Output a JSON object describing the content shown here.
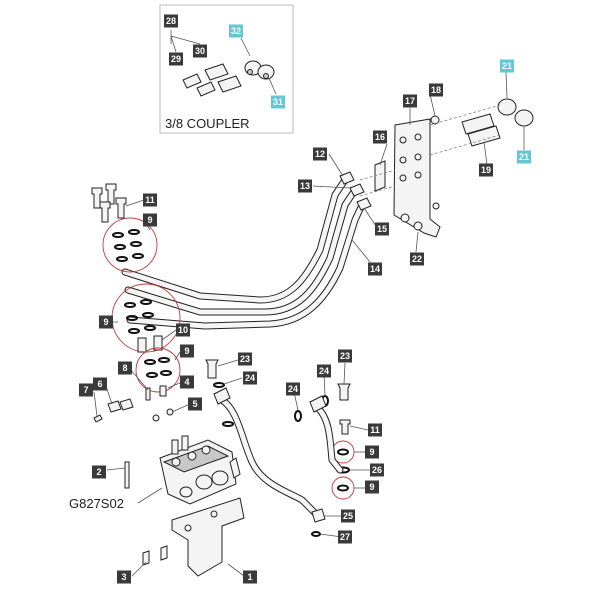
{
  "diagram": {
    "inset_caption": "3/8 COUPLER",
    "part_code": "G827S02",
    "colors": {
      "callout": "#3a3a3a",
      "callout_highlight": "#63c7d6",
      "group_circle": "#c43c3c"
    },
    "callouts": [
      {
        "id": "c28",
        "label": "28"
      },
      {
        "id": "c30",
        "label": "30"
      },
      {
        "id": "c29",
        "label": "29"
      },
      {
        "id": "c32",
        "label": "32",
        "highlight": true
      },
      {
        "id": "c31",
        "label": "31",
        "highlight": true
      },
      {
        "id": "c21a",
        "label": "21",
        "highlight": true
      },
      {
        "id": "c21b",
        "label": "21",
        "highlight": true
      },
      {
        "id": "c18",
        "label": "18"
      },
      {
        "id": "c17",
        "label": "17"
      },
      {
        "id": "c16",
        "label": "16"
      },
      {
        "id": "c19",
        "label": "19"
      },
      {
        "id": "c12",
        "label": "12"
      },
      {
        "id": "c13",
        "label": "13"
      },
      {
        "id": "c15",
        "label": "15"
      },
      {
        "id": "c14",
        "label": "14"
      },
      {
        "id": "c22",
        "label": "22"
      },
      {
        "id": "c11a",
        "label": "11"
      },
      {
        "id": "c9a",
        "label": "9"
      },
      {
        "id": "c9b",
        "label": "9"
      },
      {
        "id": "c10",
        "label": "10"
      },
      {
        "id": "c9c",
        "label": "9"
      },
      {
        "id": "c8",
        "label": "8"
      },
      {
        "id": "c4",
        "label": "4"
      },
      {
        "id": "c7",
        "label": "7"
      },
      {
        "id": "c6",
        "label": "6"
      },
      {
        "id": "c5",
        "label": "5"
      },
      {
        "id": "c23a",
        "label": "23"
      },
      {
        "id": "c24a",
        "label": "24"
      },
      {
        "id": "c24b",
        "label": "24"
      },
      {
        "id": "c24c",
        "label": "24"
      },
      {
        "id": "c23b",
        "label": "23"
      },
      {
        "id": "c11b",
        "label": "11"
      },
      {
        "id": "c9d",
        "label": "9"
      },
      {
        "id": "c26",
        "label": "26"
      },
      {
        "id": "c9e",
        "label": "9"
      },
      {
        "id": "c2",
        "label": "2"
      },
      {
        "id": "c25",
        "label": "25"
      },
      {
        "id": "c27",
        "label": "27"
      },
      {
        "id": "c3",
        "label": "3"
      },
      {
        "id": "c1",
        "label": "1"
      }
    ]
  }
}
